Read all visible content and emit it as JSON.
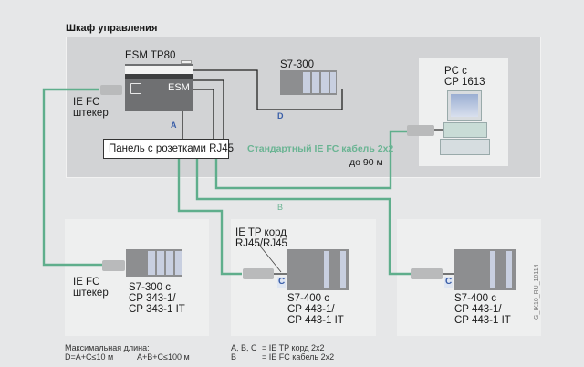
{
  "cabinet": {
    "title": "Шкаф управления"
  },
  "devices": {
    "esm": {
      "title": "ESM TP80",
      "face_label": "ESM"
    },
    "s7_300_cabinet": {
      "title": "S7-300"
    },
    "pc": {
      "line1": "PC с",
      "line2": "CP 1613"
    },
    "rj45_panel": {
      "label": "Панель с розетками RJ45"
    },
    "ie_fc_plug_cabinet": {
      "line1": "IE FC",
      "line2": "штекер"
    },
    "ie_fc_plug_bottom": {
      "line1": "IE FC",
      "line2": "штекер"
    },
    "s7_300_bottom": {
      "line1": "S7-300 с",
      "line2": "CP 343-1/",
      "line3": "CP 343-1 IT"
    },
    "s7_400_middle": {
      "line1": "S7-400 с",
      "line2": "CP 443-1/",
      "line3": "CP 443-1 IT"
    },
    "s7_400_right": {
      "line1": "S7-400 с",
      "line2": "CP 443-1/",
      "line3": "CP 443-1 IT"
    },
    "ie_tp_cord": {
      "line1": "IE TP корд",
      "line2": "RJ45/RJ45"
    }
  },
  "cable": {
    "standard_label": "Стандартный IE FC кабель 2x2",
    "length_label": "до 90 м"
  },
  "segment_labels": {
    "a": "A",
    "b": "B",
    "c1": "C",
    "c2": "C",
    "d": "D"
  },
  "legend": {
    "max_length_title": "Максимальная длина:",
    "rule_d": "D=A+C≤10 м",
    "rule_abc": "A+B+C≤100 м",
    "abc_key": "A, B, C",
    "abc_value": "= IE TP корд 2x2",
    "b_key": "B",
    "b_value": "= IE FC кабель 2x2"
  },
  "figure_id": "G_IK10_RU_10114",
  "colors": {
    "background": "#e6e7e8",
    "cabinet": "#d2d3d5",
    "box": "#eeefef",
    "cable_green": "#5fae8c",
    "label_blue": "#3a5ea8",
    "esm_body": "#6f7072"
  }
}
